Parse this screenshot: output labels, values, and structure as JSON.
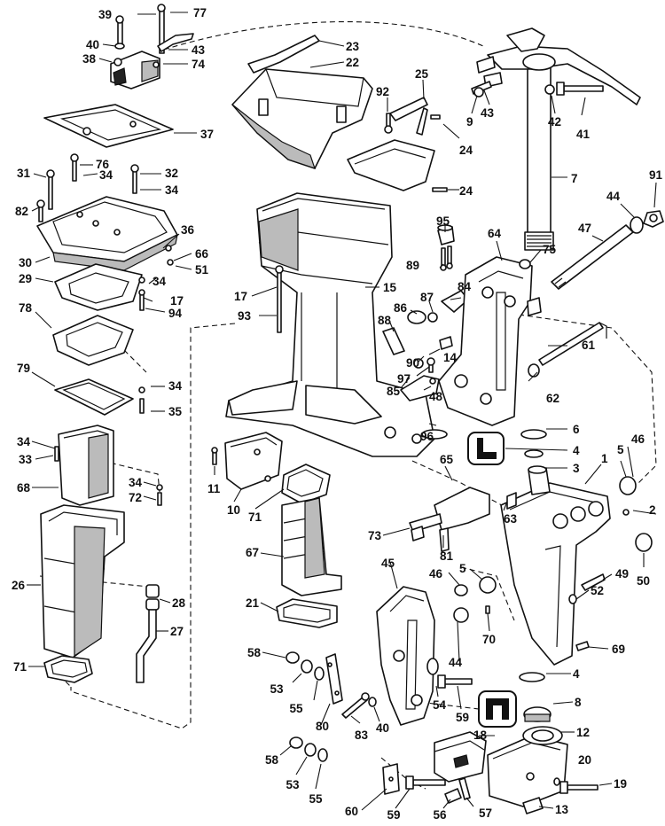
{
  "diagram": {
    "labels": [
      {
        "id": "l39",
        "text": "39"
      },
      {
        "id": "l77",
        "text": "77"
      },
      {
        "id": "l40",
        "text": "40"
      },
      {
        "id": "l43a",
        "text": "43"
      },
      {
        "id": "l38",
        "text": "38"
      },
      {
        "id": "l74",
        "text": "74"
      },
      {
        "id": "l23",
        "text": "23"
      },
      {
        "id": "l22",
        "text": "22"
      },
      {
        "id": "l25",
        "text": "25"
      },
      {
        "id": "l92",
        "text": "92"
      },
      {
        "id": "l9",
        "text": "9"
      },
      {
        "id": "l43b",
        "text": "43"
      },
      {
        "id": "l42",
        "text": "42"
      },
      {
        "id": "l41",
        "text": "41"
      },
      {
        "id": "l37",
        "text": "37"
      },
      {
        "id": "l24a",
        "text": "24"
      },
      {
        "id": "l24b",
        "text": "24"
      },
      {
        "id": "l7",
        "text": "7"
      },
      {
        "id": "l31",
        "text": "31"
      },
      {
        "id": "l76",
        "text": "76"
      },
      {
        "id": "l34a",
        "text": "34"
      },
      {
        "id": "l32",
        "text": "32"
      },
      {
        "id": "l34b",
        "text": "34"
      },
      {
        "id": "l82",
        "text": "82"
      },
      {
        "id": "l91",
        "text": "91"
      },
      {
        "id": "l44a",
        "text": "44"
      },
      {
        "id": "l47",
        "text": "47"
      },
      {
        "id": "l95",
        "text": "95"
      },
      {
        "id": "l64",
        "text": "64"
      },
      {
        "id": "l36",
        "text": "36"
      },
      {
        "id": "l66",
        "text": "66"
      },
      {
        "id": "l51",
        "text": "51"
      },
      {
        "id": "l30",
        "text": "30"
      },
      {
        "id": "l75",
        "text": "75"
      },
      {
        "id": "l89",
        "text": "89"
      },
      {
        "id": "l29",
        "text": "29"
      },
      {
        "id": "l34c",
        "text": "34"
      },
      {
        "id": "l17a",
        "text": "17"
      },
      {
        "id": "l17b",
        "text": "17"
      },
      {
        "id": "l15",
        "text": "15"
      },
      {
        "id": "l84",
        "text": "84"
      },
      {
        "id": "l94",
        "text": "94"
      },
      {
        "id": "l87",
        "text": "87"
      },
      {
        "id": "l78",
        "text": "78"
      },
      {
        "id": "l93",
        "text": "93"
      },
      {
        "id": "l86",
        "text": "86"
      },
      {
        "id": "l88",
        "text": "88"
      },
      {
        "id": "l14",
        "text": "14"
      },
      {
        "id": "l90",
        "text": "90"
      },
      {
        "id": "l61",
        "text": "61"
      },
      {
        "id": "l79",
        "text": "79"
      },
      {
        "id": "l34d",
        "text": "34"
      },
      {
        "id": "l97",
        "text": "97"
      },
      {
        "id": "l85",
        "text": "85"
      },
      {
        "id": "l62",
        "text": "62"
      },
      {
        "id": "l35",
        "text": "35"
      },
      {
        "id": "l48",
        "text": "48"
      },
      {
        "id": "l6",
        "text": "6"
      },
      {
        "id": "l96",
        "text": "96"
      },
      {
        "id": "l34e",
        "text": "34"
      },
      {
        "id": "l33",
        "text": "33"
      },
      {
        "id": "l4a",
        "text": "4"
      },
      {
        "id": "l46a",
        "text": "46"
      },
      {
        "id": "l65",
        "text": "65"
      },
      {
        "id": "l1",
        "text": "1"
      },
      {
        "id": "l5a",
        "text": "5"
      },
      {
        "id": "l11",
        "text": "11"
      },
      {
        "id": "l3",
        "text": "3"
      },
      {
        "id": "l34f",
        "text": "34"
      },
      {
        "id": "l68",
        "text": "68"
      },
      {
        "id": "l72",
        "text": "72"
      },
      {
        "id": "l10",
        "text": "10"
      },
      {
        "id": "l71a",
        "text": "71"
      },
      {
        "id": "l2",
        "text": "2"
      },
      {
        "id": "l63",
        "text": "63"
      },
      {
        "id": "l73",
        "text": "73"
      },
      {
        "id": "l81",
        "text": "81"
      },
      {
        "id": "l50",
        "text": "50"
      },
      {
        "id": "l67",
        "text": "67"
      },
      {
        "id": "l45",
        "text": "45"
      },
      {
        "id": "l46b",
        "text": "46"
      },
      {
        "id": "l5b",
        "text": "5"
      },
      {
        "id": "l26",
        "text": "26"
      },
      {
        "id": "l28",
        "text": "28"
      },
      {
        "id": "l49",
        "text": "49"
      },
      {
        "id": "l21",
        "text": "21"
      },
      {
        "id": "l52",
        "text": "52"
      },
      {
        "id": "l27",
        "text": "27"
      },
      {
        "id": "l70",
        "text": "70"
      },
      {
        "id": "l71b",
        "text": "71"
      },
      {
        "id": "l44b",
        "text": "44"
      },
      {
        "id": "l69",
        "text": "69"
      },
      {
        "id": "l58a",
        "text": "58"
      },
      {
        "id": "l4b",
        "text": "4"
      },
      {
        "id": "l53a",
        "text": "53"
      },
      {
        "id": "l54",
        "text": "54"
      },
      {
        "id": "l55a",
        "text": "55"
      },
      {
        "id": "l59a",
        "text": "59"
      },
      {
        "id": "l8",
        "text": "8"
      },
      {
        "id": "l80",
        "text": "80"
      },
      {
        "id": "l83",
        "text": "83"
      },
      {
        "id": "l40b",
        "text": "40"
      },
      {
        "id": "l18",
        "text": "18"
      },
      {
        "id": "l12",
        "text": "12"
      },
      {
        "id": "l58b",
        "text": "58"
      },
      {
        "id": "l20",
        "text": "20"
      },
      {
        "id": "l53b",
        "text": "53"
      },
      {
        "id": "l19",
        "text": "19"
      },
      {
        "id": "l55b",
        "text": "55"
      },
      {
        "id": "l60",
        "text": "60"
      },
      {
        "id": "l59b",
        "text": "59"
      },
      {
        "id": "l56",
        "text": "56"
      },
      {
        "id": "l57",
        "text": "57"
      },
      {
        "id": "l13",
        "text": "13"
      }
    ],
    "symbols": {
      "lower_icon": "sealant-tube-icon",
      "upper_icon": "grease-gun-icon"
    }
  }
}
